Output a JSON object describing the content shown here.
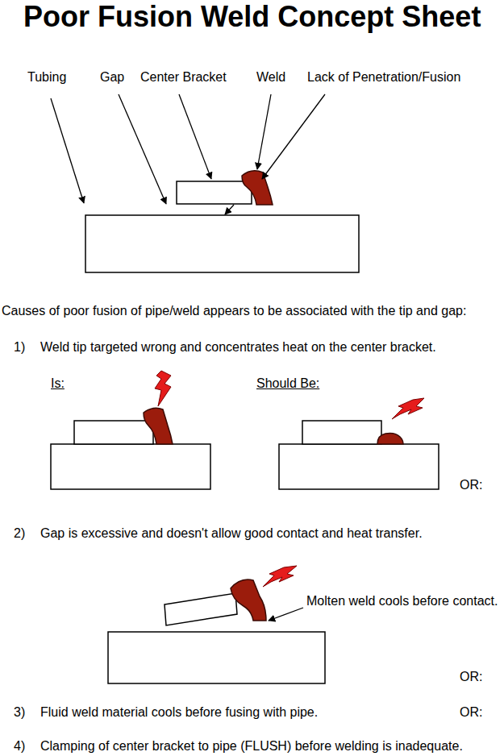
{
  "diagram": {
    "title": "Poor Fusion Weld Concept Sheet",
    "labels": [
      "Tubing",
      "Gap",
      "Center Bracket",
      "Weld",
      "Lack of Penetration/Fusion",
      "Causes of poor fusion of pipe/weld appears to be associated with the tip and gap:",
      "1)",
      "Weld tip targeted wrong and concentrates heat on the center bracket.",
      "Is:",
      "Should Be:",
      "OR:",
      "2)",
      "Gap is excessive and doesn't allow good contact and heat transfer.",
      "Molten weld cools before contact.",
      "OR:",
      "3)",
      "Fluid weld material cools before fusing with pipe.",
      "OR:",
      "4)",
      "Clamping of center bracket to pipe (FLUSH) before welding is inadequate."
    ]
  }
}
